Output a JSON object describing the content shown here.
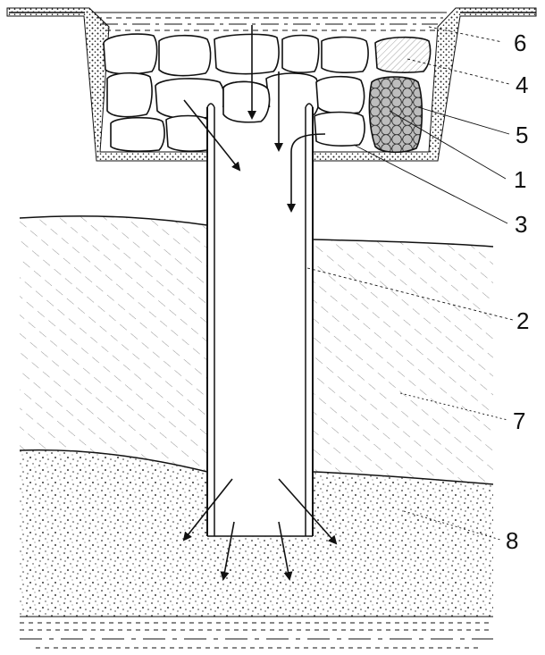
{
  "callouts": [
    {
      "id": "label-1",
      "text": "1"
    },
    {
      "id": "label-2",
      "text": "2"
    },
    {
      "id": "label-3",
      "text": "3"
    },
    {
      "id": "label-4",
      "text": "4"
    },
    {
      "id": "label-5",
      "text": "5"
    },
    {
      "id": "label-6",
      "text": "6"
    },
    {
      "id": "label-7",
      "text": "7"
    },
    {
      "id": "label-8",
      "text": "8"
    }
  ],
  "colors": {
    "ink": "#111111",
    "background": "#ffffff",
    "stone_fill": "#ffffff",
    "hatched_stone_fill": "#eeeeee",
    "gravel_fill": "#bdbdbd",
    "clay_hatch": "#777777",
    "sand_dots": "#333333"
  },
  "components": {
    "pipe": "vertical-drain-pipe",
    "stones": "rubble-stone-fill",
    "gravel_pack": "gravel-filter-block",
    "hatched_stone": "hatched-stone-block",
    "pit_lining": "trench-bedding",
    "clay_layer": "clay-soil-layer",
    "sand_layer": "sand-aquifer-layer",
    "water": "surface-water",
    "groundwater": "groundwater-level"
  }
}
